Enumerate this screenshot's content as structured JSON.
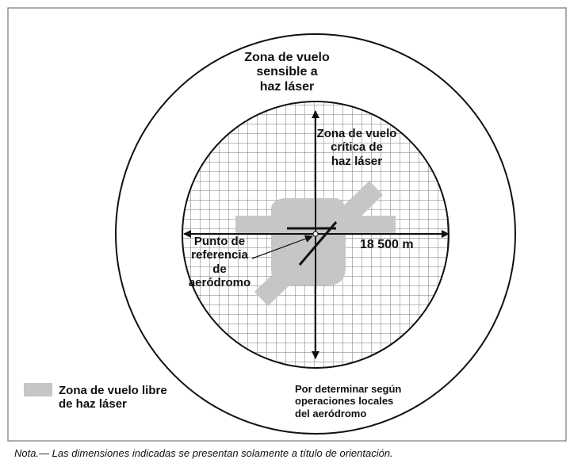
{
  "diagram": {
    "outer_zone_label": [
      "Zona de vuelo",
      "sensible a",
      "haz láser"
    ],
    "inner_zone_label": [
      "Zona de vuelo",
      "crítica de",
      "haz láser"
    ],
    "reference_point_label": [
      "Punto de",
      "referencia",
      "de",
      "aeródromo"
    ],
    "dimension_label": "18 500 m",
    "outer_boundary_note": [
      "Por determinar según",
      "operaciones locales",
      "del aeródromo"
    ],
    "legend": {
      "label": [
        "Zona de vuelo libre",
        "de haz láser"
      ],
      "swatch_color": "#c6c6c6"
    },
    "footnote": "Nota.— Las dimensiones indicadas se presentan solamente a título de orientación.",
    "colors": {
      "line": "#111111",
      "grid": "#777777",
      "free_zone": "#c6c6c6"
    }
  }
}
